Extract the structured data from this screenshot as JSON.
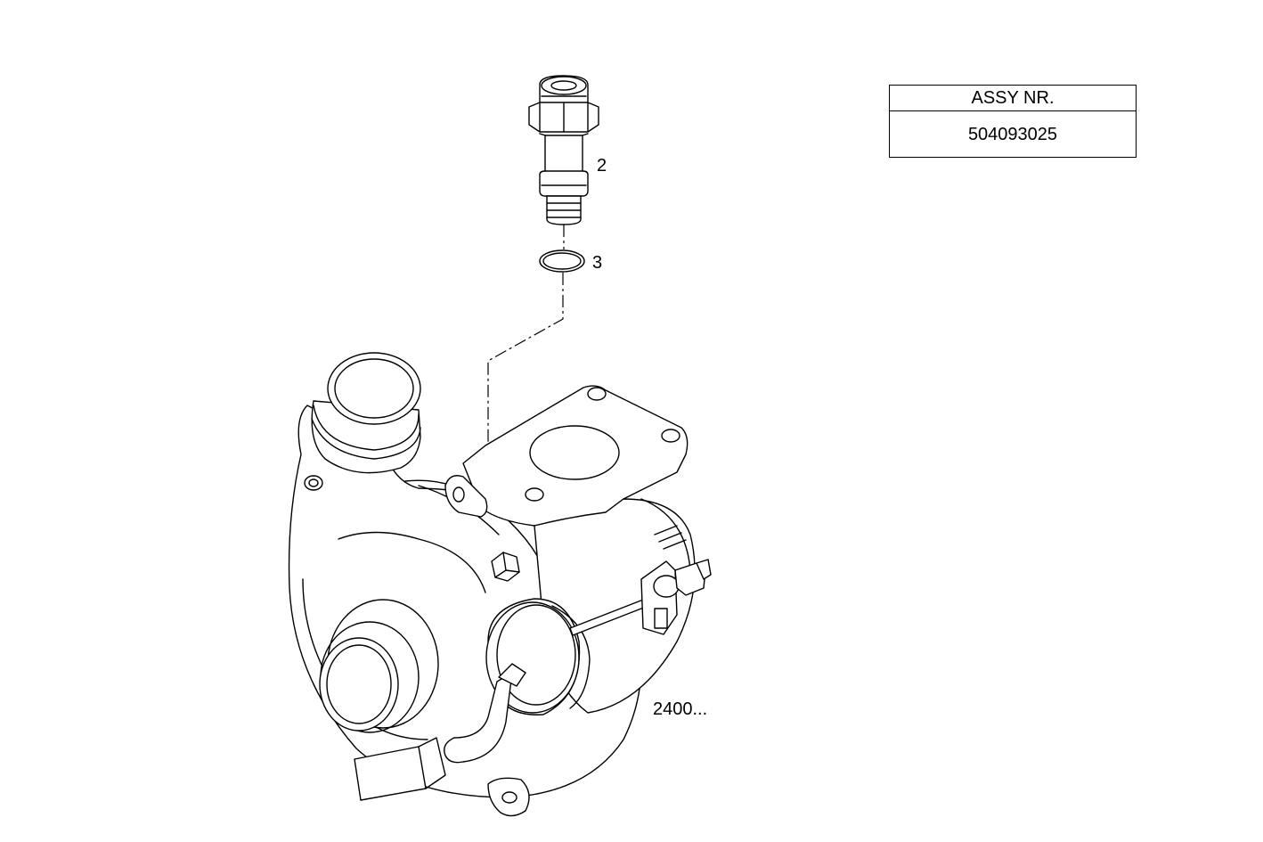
{
  "assembly": {
    "header": "ASSY NR.",
    "number": "504093025"
  },
  "callouts": {
    "fitting": "2",
    "seal_ring": "3",
    "turbo_ref": "2400..."
  }
}
